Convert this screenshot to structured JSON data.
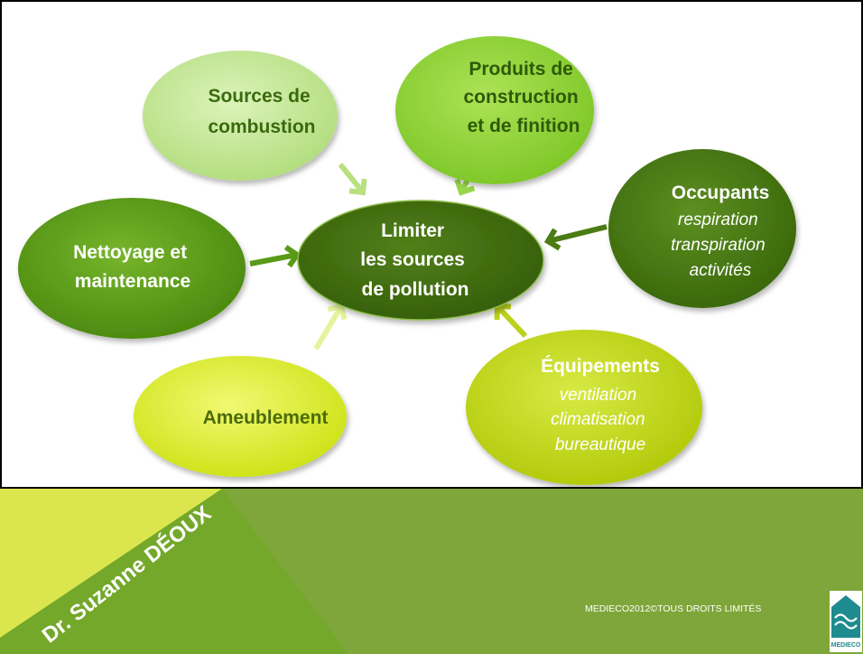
{
  "slide": {
    "center": {
      "lines": [
        "Limiter",
        "les sources",
        "de pollution"
      ]
    },
    "sources_combustion": {
      "lines": [
        "Sources de",
        "combustion"
      ]
    },
    "produits_construction": {
      "lines": [
        "Produits de",
        "construction",
        "et de finition"
      ]
    },
    "occupants": {
      "title": "Occupants",
      "items": [
        "respiration",
        "transpiration",
        "activités"
      ]
    },
    "nettoyage": {
      "lines": [
        "Nettoyage et",
        "maintenance"
      ]
    },
    "ameublement": {
      "lines": [
        "Ameublement"
      ]
    },
    "equipements": {
      "title": "Équipements",
      "items": [
        "ventilation",
        "climatisation",
        "bureautique"
      ]
    }
  },
  "footer": {
    "author": "Dr. Suzanne DÉOUX",
    "copyright": "MEDIECO2012©TOUS DROITS LIMITÉS",
    "logo_text": "MEDIECO",
    "logo_icon": "medieco-logo-icon"
  },
  "colors": {
    "center": "#3d6a10",
    "sources_combustion": "#c2e693",
    "produits_construction": "#8fd13a",
    "occupants": "#477812",
    "nettoyage": "#5c9d18",
    "ameublement": "#d9ec24",
    "equipements": "#c3d716",
    "footer_band": "#7ea63a",
    "footer_highlight": "#dbe64e"
  }
}
